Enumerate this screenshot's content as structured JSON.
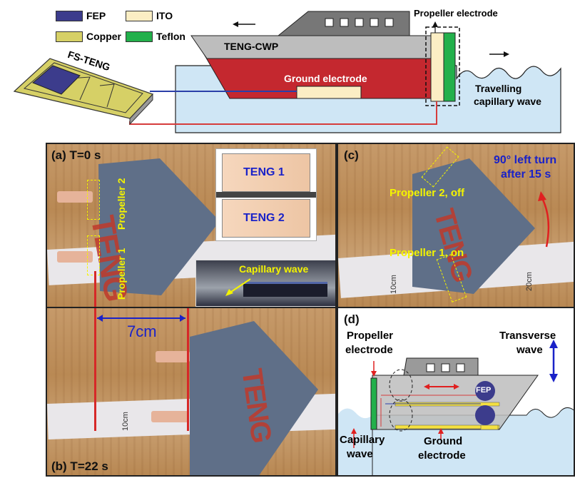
{
  "legend": {
    "items": [
      {
        "label": "FEP",
        "color": "#3c3c8c"
      },
      {
        "label": "ITO",
        "color": "#fbeec4"
      },
      {
        "label": "Copper",
        "color": "#d6d066"
      },
      {
        "label": "Teflon",
        "color": "#22b04b"
      }
    ]
  },
  "schematic": {
    "fs_teng_label": "FS-TENG",
    "teng_cwp_label": "TENG-CWP",
    "ground_electrode_label": "Ground electrode",
    "propeller_electrode_label": "Propeller electrode",
    "travelling_wave_line1": "Travelling",
    "travelling_wave_line2": "capillary wave",
    "colors": {
      "hull": "#c4282f",
      "deck": "#bdbdbd",
      "cabin": "#777777",
      "water": "#cfe6f5",
      "wire_blue": "#2a3fa8",
      "wire_red": "#d63c3c"
    }
  },
  "panel_a": {
    "label": "(a) T=0 s",
    "propeller2": "Propeller 2",
    "propeller1": "Propeller 1",
    "teng1": "TENG 1",
    "teng2": "TENG 2",
    "capillary_wave": "Capillary wave",
    "boat_text": "TENG"
  },
  "panel_b": {
    "label": "(b) T=22 s",
    "distance": "7cm",
    "ruler_mark": "10cm",
    "boat_text": "TENG"
  },
  "panel_c": {
    "label": "(c)",
    "turn_line1": "90° left turn",
    "turn_line2": "after 15 s",
    "propeller2_status": "Propeller 2, off",
    "propeller1_status": "Propeller 1, on",
    "ruler_mark_1": "10cm",
    "ruler_mark_2": "20cm",
    "boat_text": "TENG"
  },
  "panel_d": {
    "label": "(d)",
    "propeller_line1": "Propeller",
    "propeller_line2": "electrode",
    "transverse_line1": "Transverse",
    "transverse_line2": "wave",
    "fep": "FEP",
    "capillary_line1": "Capillary",
    "capillary_line2": "wave",
    "ground_line1": "Ground",
    "ground_line2": "electrode"
  }
}
